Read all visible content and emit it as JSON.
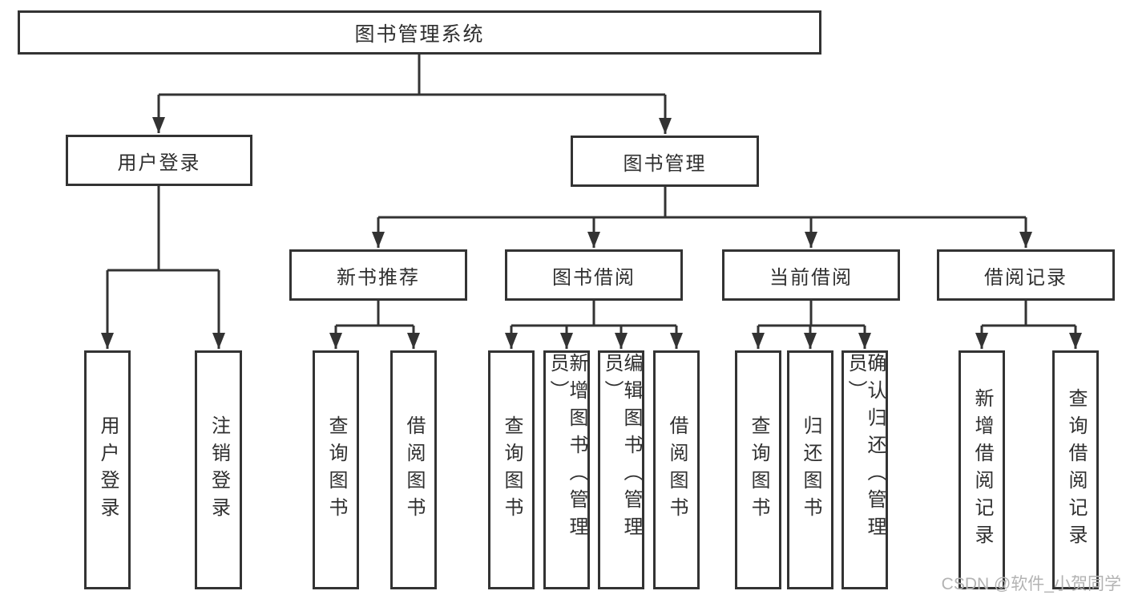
{
  "colors": {
    "line": "#333333",
    "text": "#2f2f2f",
    "watermark": "#b3b3b3",
    "background": "#ffffff"
  },
  "nodes": {
    "root": "图书管理系统",
    "level2": [
      "用户登录",
      "图书管理"
    ],
    "level3": [
      "新书推荐",
      "图书借阅",
      "当前借阅",
      "借阅记录"
    ],
    "leaves": [
      "用户登录",
      "注销登录",
      "查询图书",
      "借阅图书",
      "查询图书",
      "新增图书（管理员）",
      "编辑图书（管理员）",
      "借阅图书",
      "查询图书",
      "归还图书",
      "确认归还（管理员）",
      "新增借阅记录",
      "查询借阅记录"
    ]
  },
  "watermark": "CSDN @软件_小贺同学"
}
